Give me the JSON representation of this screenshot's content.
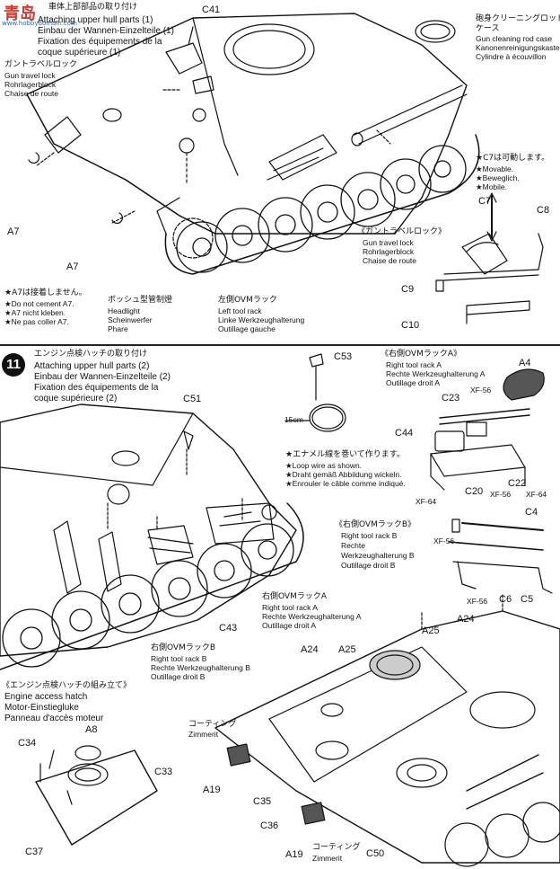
{
  "watermark": {
    "logo_text": "青岛",
    "site": "www.hobbydomain.com"
  },
  "step10": {
    "title_jp": "車体上部部品の取り付け",
    "title_en": "Attaching upper hull parts (1)",
    "title_de": "Einbau der Wannen-Einzelteile (1)",
    "title_fr1": "Fixation des équipements de la",
    "title_fr2": "coque supérieure (1)",
    "travel_lock_jp": "ガントラベルロック",
    "travel_lock_en": "Gun travel lock",
    "travel_lock_de": "Rohrlagerblock",
    "travel_lock_fr": "Chaise de route",
    "rod_jp1": "砲身クリーニングロッド",
    "rod_jp2": "ケース",
    "rod_en": "Gun cleaning rod case",
    "rod_de": "Kanonenreinigungskasten",
    "rod_fr": "Cylindre à écouvillon",
    "c7_jp": "★C7は可動します。",
    "c7_en": "★Movable.",
    "c7_de": "★Beweglich.",
    "c7_fr": "★Mobile.",
    "lock_box_jp": "《ガントラベルロック》",
    "lock_box_en": "Gun travel lock",
    "lock_box_de": "Rohrlagerblock",
    "lock_box_fr": "Chaise de route",
    "a7_note_jp": "★A7は接着しません。",
    "a7_note_en": "★Do not cement A7.",
    "a7_note_de": "★A7 nicht kleben.",
    "a7_note_fr": "★Ne pas coller A7.",
    "headlight_jp": "ボッシュ型管制燈",
    "headlight_en": "Headlight",
    "headlight_de": "Scheinwerfer",
    "headlight_fr": "Phare",
    "rack_jp": "左側OVMラック",
    "rack_en": "Left tool rack",
    "rack_de": "Linke Werkzeughalterung",
    "rack_fr": "Outillage gauche",
    "parts": {
      "c41": "C41",
      "a7a": "A7",
      "a7b": "A7",
      "c7": "C7",
      "c8": "C8",
      "c9": "C9",
      "c10": "C10"
    }
  },
  "step11": {
    "number": "11",
    "title_jp": "エンジン点検ハッチの取り付け",
    "title_en": "Attaching upper hull parts (2)",
    "title_de": "Einbau der Wannen-Einzelteile (2)",
    "title_fr1": "Fixation des équipements de la",
    "title_fr2": "coque supérieure (2)",
    "wire_len": "15cm",
    "wire_jp": "★エナメル線を巻いて作ります。",
    "wire_en": "★Loop wire as shown.",
    "wire_de": "★Draht gemäß Abbildung wickeln.",
    "wire_fr": "★Enrouler le câble comme indiqué.",
    "rackA_jp": "《右側OVMラックA》",
    "rackA_en": "Right tool rack A",
    "rackA_de": "Rechte Werkzeughalterung A",
    "rackA_fr": "Outillage droit A",
    "rackB_jp": "《右側OVMラックB》",
    "rackB_en": "Right tool rack B",
    "rackB_de1": "Rechte",
    "rackB_de2": "Werkzeughalterung B",
    "rackB_fr": "Outillage droit B",
    "labelA_jp": "右側OVMラックA",
    "labelA_en": "Right tool rack A",
    "labelA_de": "Rechte Werkzeughalterung A",
    "labelA_fr": "Outillage droit A",
    "labelB_jp": "右側OVMラックB",
    "labelB_en": "Right tool rack B",
    "labelB_de": "Rechte Werkzeughalterung B",
    "labelB_fr": "Outillage droit B",
    "parts": {
      "c53": "C53",
      "a4": "A4",
      "xf56a": "XF-56",
      "c23": "C23",
      "c44": "C44",
      "xf64a": "XF-64",
      "c20": "C20",
      "xf56b": "XF-56",
      "c22": "C22",
      "xf64b": "XF-64",
      "c51": "C51",
      "c43": "C43",
      "c4": "C4",
      "xf56c": "XF-56",
      "xf56d": "XF-56",
      "c6": "C6",
      "c5": "C5"
    }
  },
  "hatch": {
    "title_jp": "《エンジン点検ハッチの組み立て》",
    "title_en": "Engine access hatch",
    "title_de": "Motor-Einstiegluke",
    "title_fr": "Panneau d'accès moteur",
    "coat_jp1": "コーティング",
    "coat_de1": "Zimmerit",
    "coat_jp2": "コーティング",
    "coat_de2": "Zimmerit",
    "parts": {
      "c34": "C34",
      "a8": "A8",
      "c33": "C33",
      "c37": "C37",
      "a24a": "A24",
      "a25a": "A25",
      "a25b": "A25",
      "a24b": "A24",
      "a19a": "A19",
      "c35": "C35",
      "c36": "C36",
      "a19b": "A19",
      "c50": "C50"
    }
  }
}
